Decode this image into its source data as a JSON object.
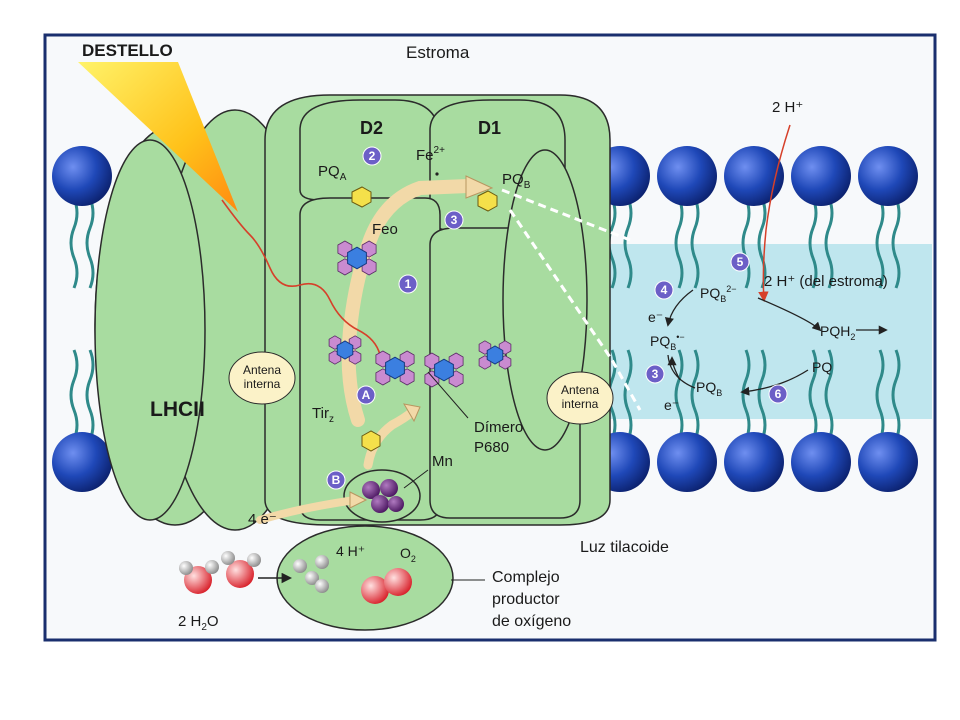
{
  "labels": {
    "flash": "DESTELLO",
    "stroma": "Estroma",
    "d2": "D2",
    "d1": "D1",
    "pqa": "PQ",
    "pqa_sub": "A",
    "fe": "Fe",
    "fe_sup": "2+",
    "pqb": "PQ",
    "pqb_sub": "B",
    "feo": "Feo",
    "lhc": "LHCII",
    "inner_antenna_line1": "Antena",
    "inner_antenna_line2": "interna",
    "dimer_line1": "Dímero",
    "dimer_line2": "P680",
    "tyr": "Tir",
    "tyr_sub": "z",
    "mn": "Mn",
    "four_e": "4 e⁻",
    "four_h": "4 H⁺",
    "o2": "O",
    "o2_sub": "2",
    "water": "2 H",
    "water_sub": "2",
    "water_tail": "O",
    "complex_line1": "Complejo",
    "complex_line2": "productor",
    "complex_line3": "de oxígeno",
    "lumen": "Luz tilacoide",
    "two_h_top": "2 H⁺",
    "two_h_stroma": "2 H⁺ (del estroma)",
    "cycle_e1": "e⁻",
    "cycle_e2": "e⁻",
    "cycle_pqb2": "PQ",
    "cycle_pqb2_sub": "B",
    "cycle_pqb2_sup": "2−",
    "cycle_pqbrad": "PQ",
    "cycle_pqbrad_sub": "B",
    "cycle_pqbrad_sup": "•−",
    "cycle_pqb": "PQ",
    "cycle_pqb_sub": "B",
    "cycle_pqh2": "PQH",
    "cycle_pqh2_sub": "2",
    "cycle_pq": "PQ"
  },
  "step_markers": {
    "s1": "1",
    "s2": "2",
    "s3": "3",
    "sA": "A",
    "sB": "B",
    "c3": "3",
    "c4": "4",
    "c5": "5",
    "c6": "6"
  },
  "colors": {
    "protein": "#a8dca0",
    "protein_stroke": "#2b2b2b",
    "lipid_head": "#1f48b8",
    "lipid_tail": "#2f8a8a",
    "lumen_box": "#bfe6ee",
    "arrow": "#f2d9a8",
    "marker": "#6c5fc7",
    "flash": "#ffd21a",
    "electron_path": "#d6402a",
    "frame": "#1a2f6e"
  }
}
